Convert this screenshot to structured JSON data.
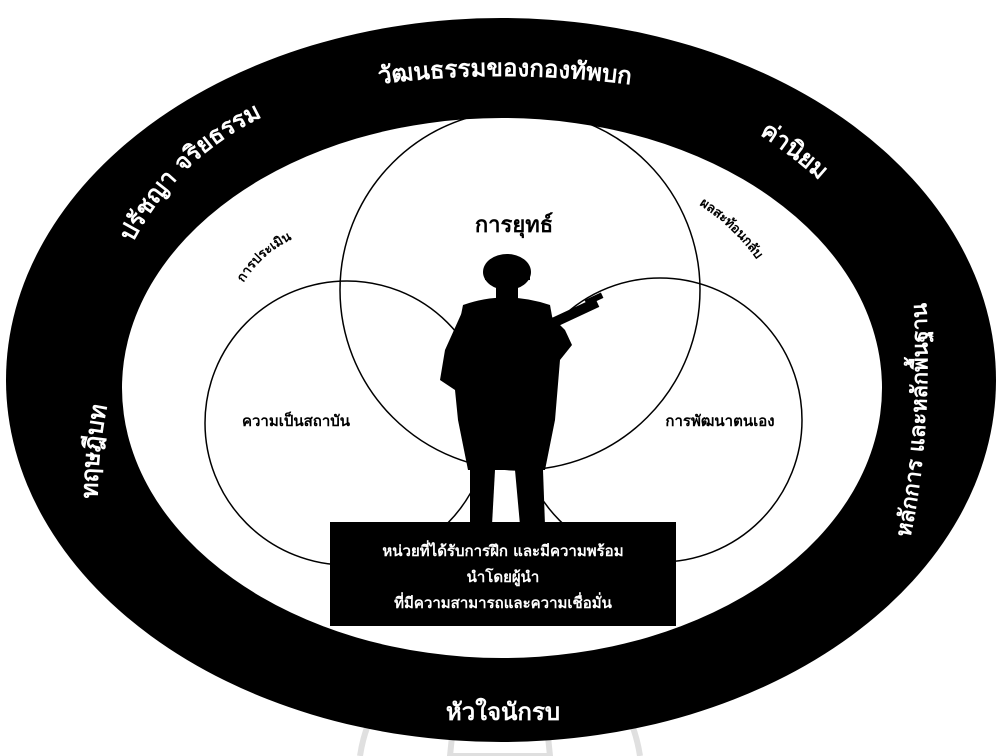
{
  "diagram": {
    "outer_ring": {
      "top": "วัฒนธรรมของกองทัพบก",
      "upper_left": "ปรัชญา จริยธรรม",
      "upper_right": "ค่านิยม",
      "left": "ทฤษฎีบท",
      "right": "หลักการ และหลักพื้นฐาน",
      "bottom": "หัวใจนักรบ"
    },
    "circles": {
      "top": "การยุทธ์",
      "left": "ความเป็นสถาบัน",
      "right": "การพัฒนาตนเอง"
    },
    "arcs": {
      "left": "การประเมิน",
      "right": "ผลสะท้อนกลับ"
    },
    "center_box": {
      "line1": "หน่วยที่ได้รับการฝึก และมีความพร้อม",
      "line2": "นำโดยผู้นำ",
      "line3": "ที่มีความสามารถและความเชื่อมั่น"
    },
    "icons": {
      "center": "soldier-silhouette-icon",
      "watermark": "emblem-watermark-icon"
    },
    "colors": {
      "ring": "#000000",
      "background": "#ffffff",
      "box": "#000000"
    }
  }
}
